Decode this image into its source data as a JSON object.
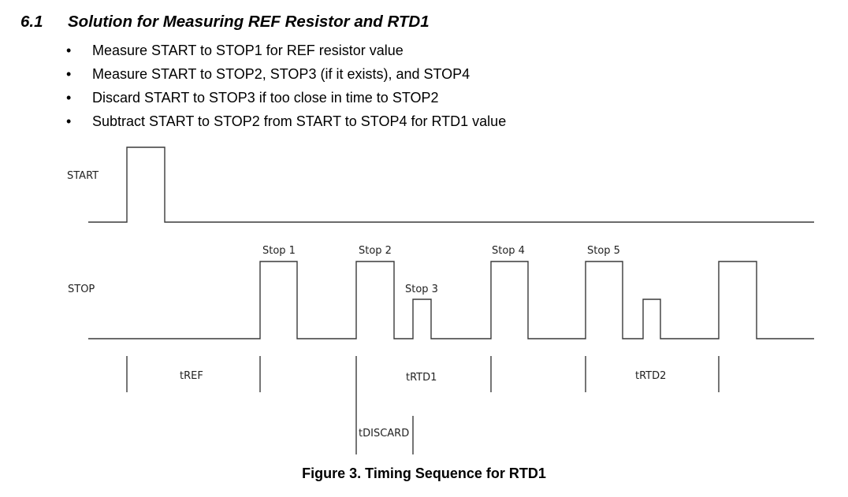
{
  "section": {
    "number": "6.1",
    "title": "Solution for Measuring REF Resistor and RTD1"
  },
  "bullets": [
    "Measure START to STOP1 for REF resistor value",
    "Measure START to STOP2, STOP3 (if it exists), and STOP4",
    "Discard START to STOP3 if too close in time to STOP2",
    "Subtract START to STOP2 from START to STOP4 for RTD1 value"
  ],
  "bullet_symbol": "•",
  "diagram": {
    "signals": {
      "start": "START",
      "stop": "STOP"
    },
    "pulses": {
      "stop1": "Stop 1",
      "stop2": "Stop 2",
      "stop3": "Stop 3",
      "stop4": "Stop 4",
      "stop5": "Stop 5"
    },
    "intervals": {
      "tref": "tREF",
      "trtd1": "tRTD1",
      "trtd2": "tRTD2",
      "tdiscard": "tDISCARD"
    }
  },
  "caption": "Figure 3. Timing Sequence for RTD1",
  "colors": {
    "line": "#3a3a3a",
    "text": "#000000"
  }
}
